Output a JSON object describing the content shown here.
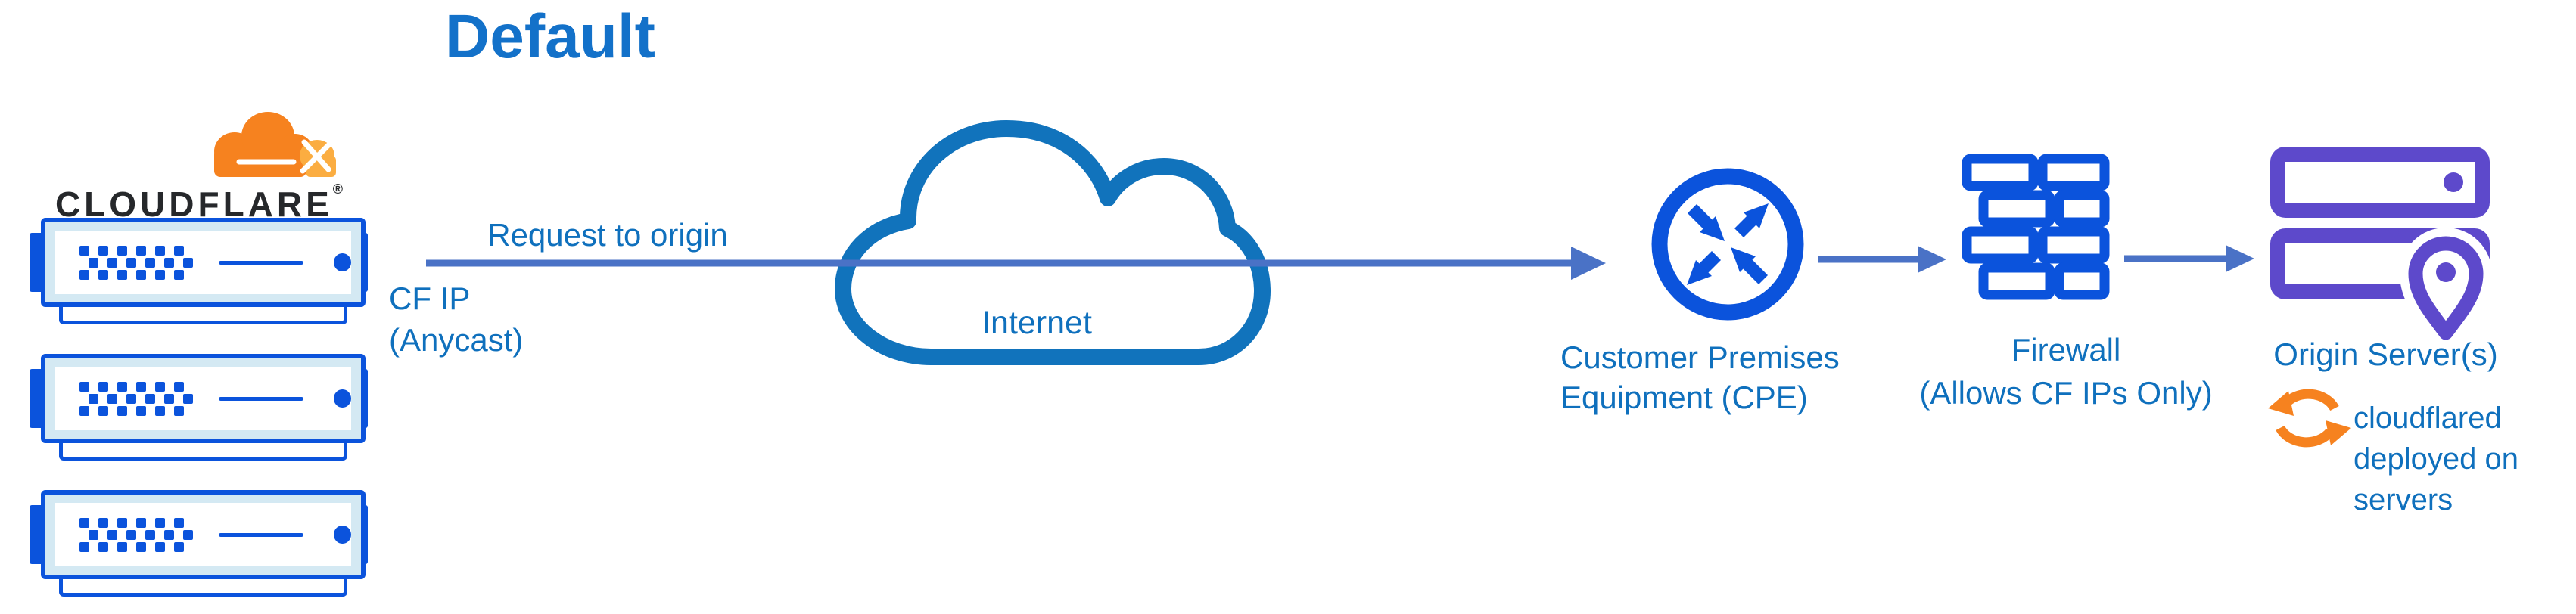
{
  "diagram": {
    "title": "Default",
    "nodes": {
      "cloudflare": {
        "wordmark": "CLOUDFLARE",
        "registered_mark": "®"
      },
      "internet": {
        "label": "Internet"
      },
      "cpe": {
        "label_line1": "Customer Premises",
        "label_line2": "Equipment (CPE)"
      },
      "firewall": {
        "label_line1": "Firewall",
        "label_line2": "(Allows CF IPs Only)"
      },
      "origin": {
        "label": "Origin Server(s)",
        "note_line1": "cloudflared",
        "note_line2": "deployed on",
        "note_line3": "servers"
      }
    },
    "edges": {
      "request_to_origin_label": "Request to origin",
      "cf_ip_label_line1": "CF IP",
      "cf_ip_label_line2": "(Anycast)"
    },
    "icons": {
      "cloudflare_logo": "cloudflare-logo-icon",
      "edge_servers": "server-rack-icon",
      "internet": "cloud-icon",
      "cpe": "traffic-exchange-icon",
      "firewall": "brick-wall-icon",
      "origin": "origin-servers-location-icon",
      "cloudflared": "sync-arrows-icon"
    },
    "colors": {
      "title_blue": "#1371c9",
      "label_blue": "#0f70bd",
      "cloud_outline": "#1173bc",
      "icon_blue": "#0b53dc",
      "server_bezel": "#d4e9f3",
      "connector": "#4a72c6",
      "origin_purple": "#5d49cb",
      "cf_orange": "#f6821f",
      "cf_orange_light": "#fbad41",
      "wordmark_dark": "#26282b"
    }
  }
}
